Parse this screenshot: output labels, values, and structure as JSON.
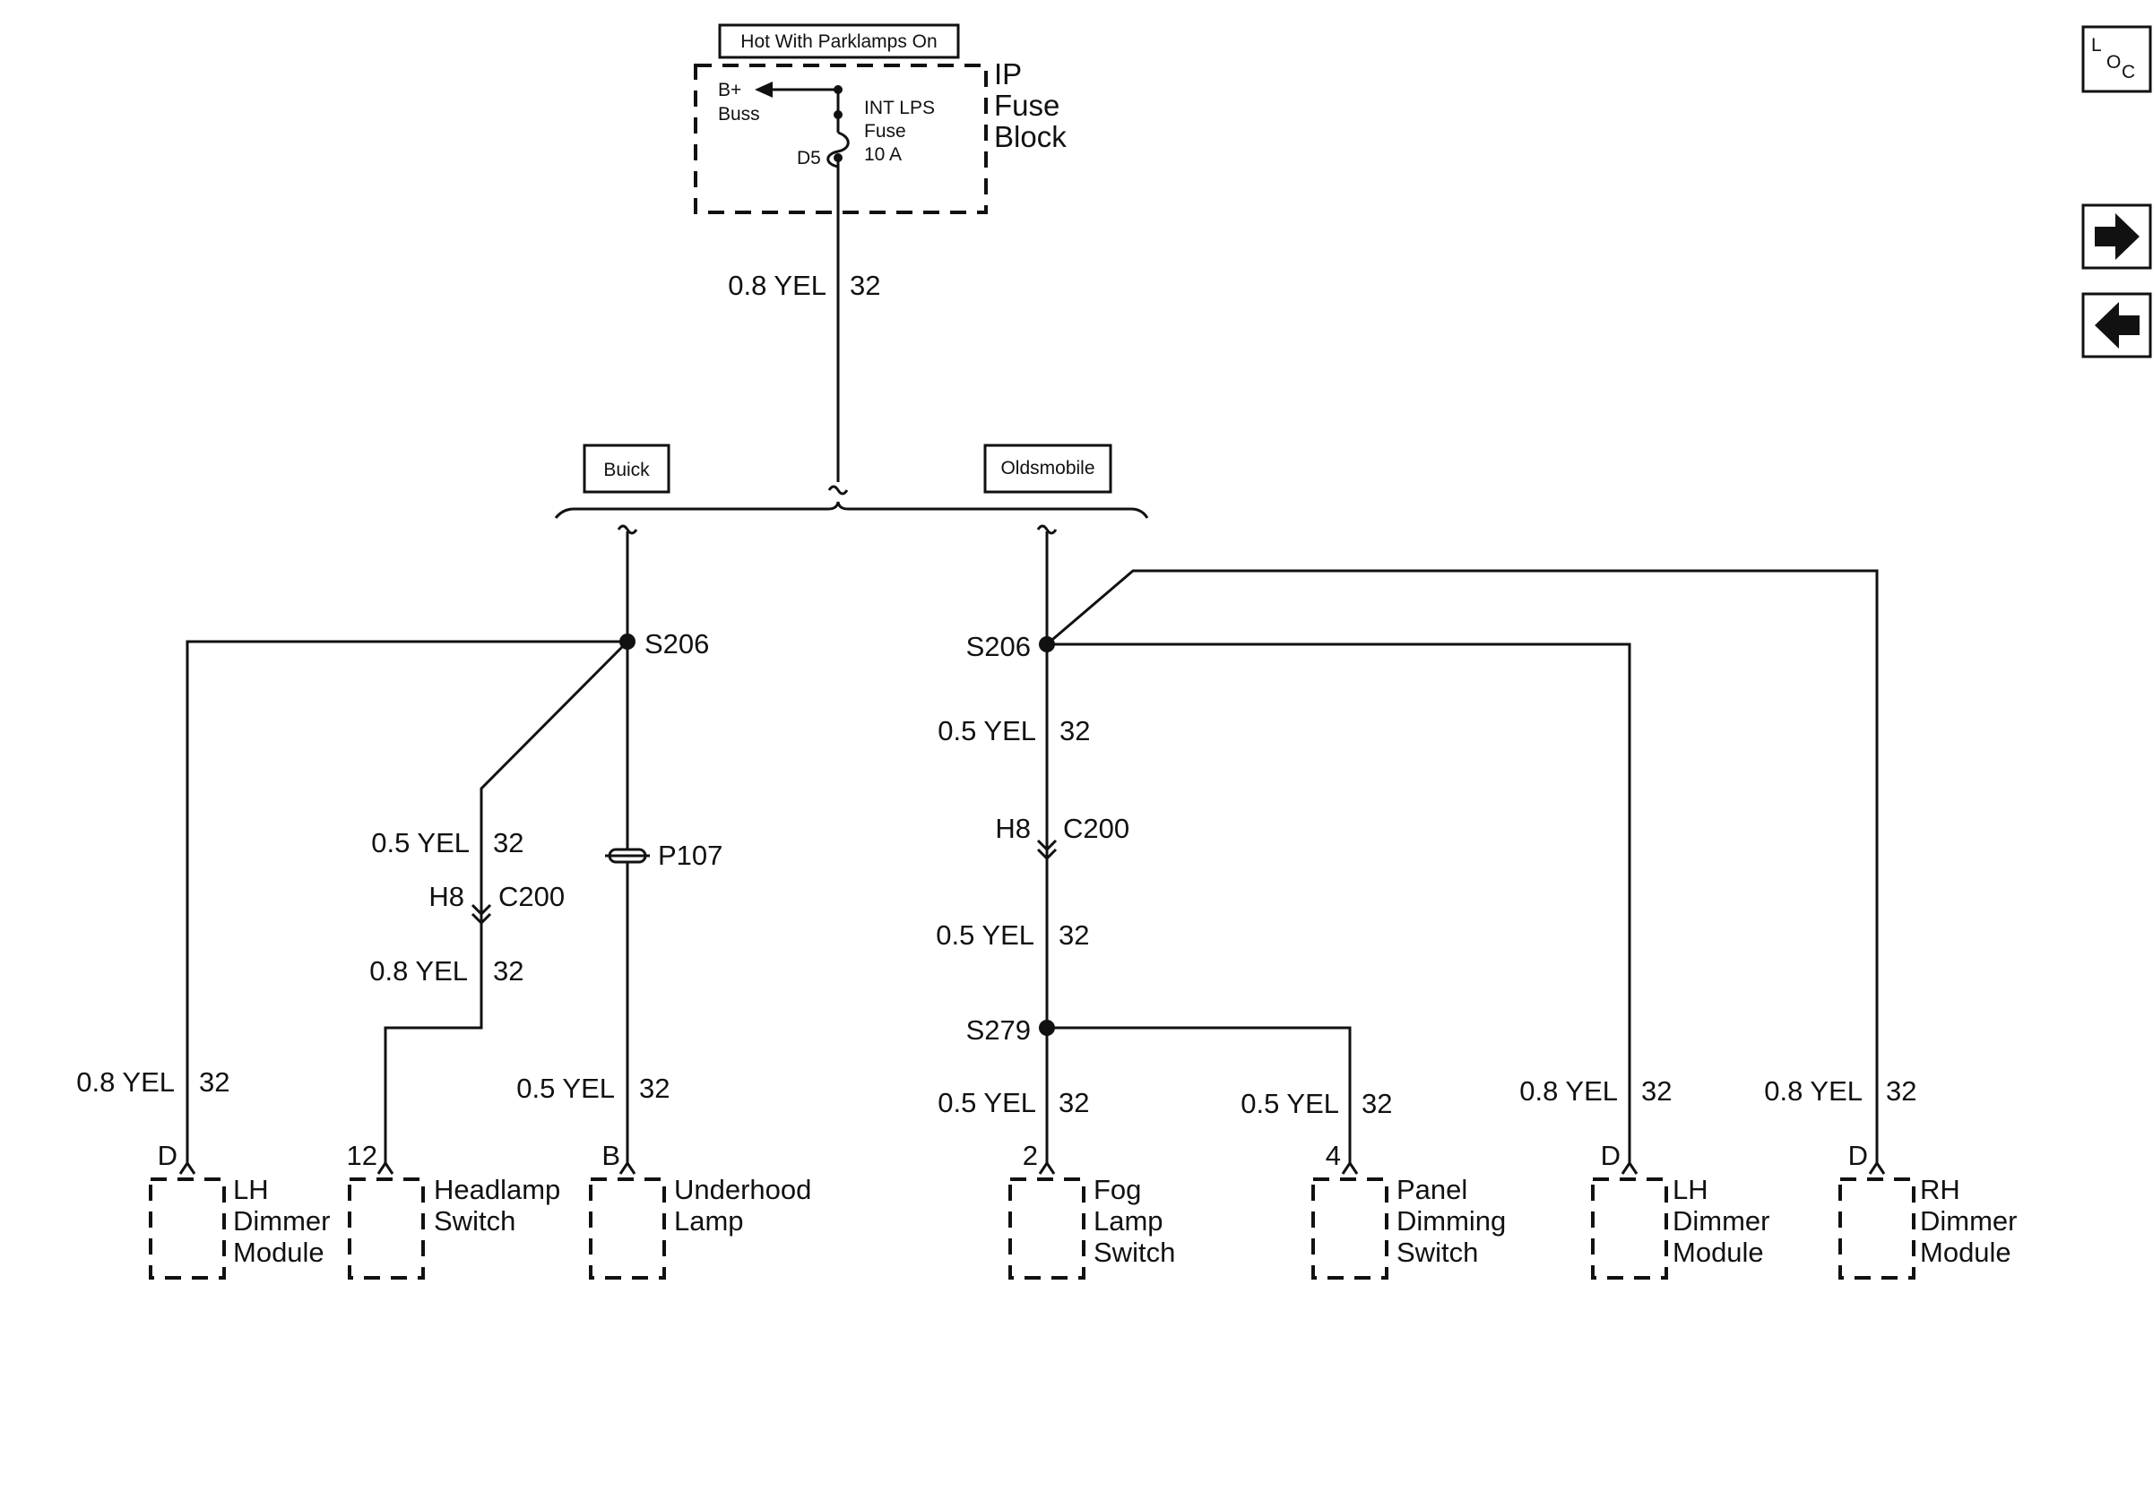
{
  "header": {
    "hot_label": "Hot With Parklamps On"
  },
  "fuse_block": {
    "name_lines": [
      "IP",
      "Fuse",
      "Block"
    ],
    "bplus_lines": [
      "B+",
      "Buss"
    ],
    "fuse_lines": [
      "INT LPS",
      "Fuse",
      "10 A"
    ],
    "terminal": "D5"
  },
  "main_wire": {
    "gauge": "0.8 YEL",
    "circuit": "32"
  },
  "branches": {
    "left": "Buick",
    "right": "Oldsmobile"
  },
  "buick": {
    "splice": "S206",
    "headlamp_wire_upper": {
      "gauge": "0.5 YEL",
      "circuit": "32"
    },
    "connector": {
      "pin": "H8",
      "name": "C200"
    },
    "headlamp_wire_lower": {
      "gauge": "0.8 YEL",
      "circuit": "32"
    },
    "lh_dimmer_wire": {
      "gauge": "0.8 YEL",
      "circuit": "32"
    },
    "pass_through": "P107",
    "underhood_wire": {
      "gauge": "0.5 YEL",
      "circuit": "32"
    },
    "components": [
      {
        "pin": "D",
        "lines": [
          "LH",
          "Dimmer",
          "Module"
        ]
      },
      {
        "pin": "12",
        "lines": [
          "Headlamp",
          "Switch"
        ]
      },
      {
        "pin": "B",
        "lines": [
          "Underhood",
          "Lamp"
        ]
      }
    ]
  },
  "olds": {
    "splice": "S206",
    "wire_a": {
      "gauge": "0.5 YEL",
      "circuit": "32"
    },
    "connector": {
      "pin": "H8",
      "name": "C200"
    },
    "wire_b": {
      "gauge": "0.5 YEL",
      "circuit": "32"
    },
    "splice2": "S279",
    "fog_wire": {
      "gauge": "0.5 YEL",
      "circuit": "32"
    },
    "panel_wire": {
      "gauge": "0.5 YEL",
      "circuit": "32"
    },
    "lh_wire": {
      "gauge": "0.8 YEL",
      "circuit": "32"
    },
    "rh_wire": {
      "gauge": "0.8 YEL",
      "circuit": "32"
    },
    "components": [
      {
        "pin": "2",
        "lines": [
          "Fog",
          "Lamp",
          "Switch"
        ]
      },
      {
        "pin": "4",
        "lines": [
          "Panel",
          "Dimming",
          "Switch"
        ]
      },
      {
        "pin": "D",
        "lines": [
          "LH",
          "Dimmer",
          "Module"
        ]
      },
      {
        "pin": "D",
        "lines": [
          "RH",
          "Dimmer",
          "Module"
        ]
      }
    ]
  },
  "nav": {
    "loc": {
      "l": "L",
      "o": "O",
      "c": "C"
    },
    "forward_icon": "arrow-right-icon",
    "back_icon": "arrow-left-icon"
  }
}
